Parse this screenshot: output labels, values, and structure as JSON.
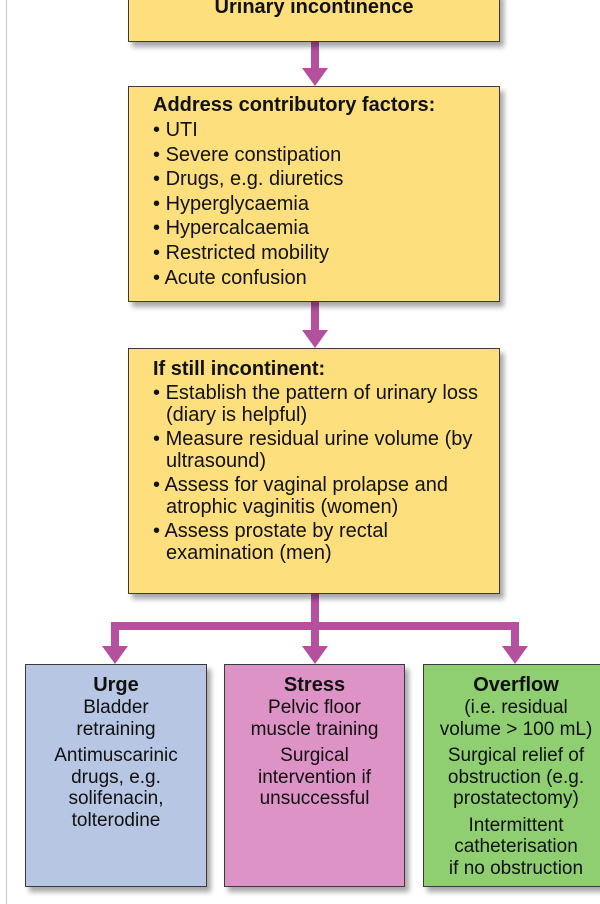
{
  "top": {
    "title": "Urinary incontinence"
  },
  "factors": {
    "heading": "Address contributory factors:",
    "items": [
      "UTI",
      "Severe constipation",
      "Drugs, e.g. diuretics",
      "Hyperglycaemia",
      "Hypercalcaemia",
      "Restricted mobility",
      "Acute confusion"
    ]
  },
  "incontinent": {
    "heading": "If still incontinent:",
    "items": [
      "Establish the pattern of urinary loss (diary is helpful)",
      "Measure residual urine volume (by ultrasound)",
      "Assess for vaginal prolapse and atrophic vaginitis (women)",
      "Assess prostate by rectal examination (men)"
    ]
  },
  "urge": {
    "title": "Urge",
    "lines": [
      "Bladder",
      "retraining",
      "Antimuscarinic",
      "drugs, e.g.",
      "solifenacin,",
      "tolterodine"
    ]
  },
  "stress": {
    "title": "Stress",
    "lines": [
      "Pelvic floor",
      "muscle training",
      "Surgical",
      "intervention if",
      "unsuccessful"
    ]
  },
  "overflow": {
    "title": "Overflow",
    "lines": [
      "(i.e. residual",
      "volume > 100 mL)",
      "Surgical relief of",
      "obstruction (e.g.",
      "prostatectomy)",
      "Intermittent",
      "catheterisation",
      "if no obstruction"
    ]
  },
  "colors": {
    "yellow_box": "#fde07d",
    "urge_box": "#b6c6e3",
    "stress_box": "#de93c6",
    "overflow_box": "#8fcf72",
    "arrow": "#b5509e"
  }
}
